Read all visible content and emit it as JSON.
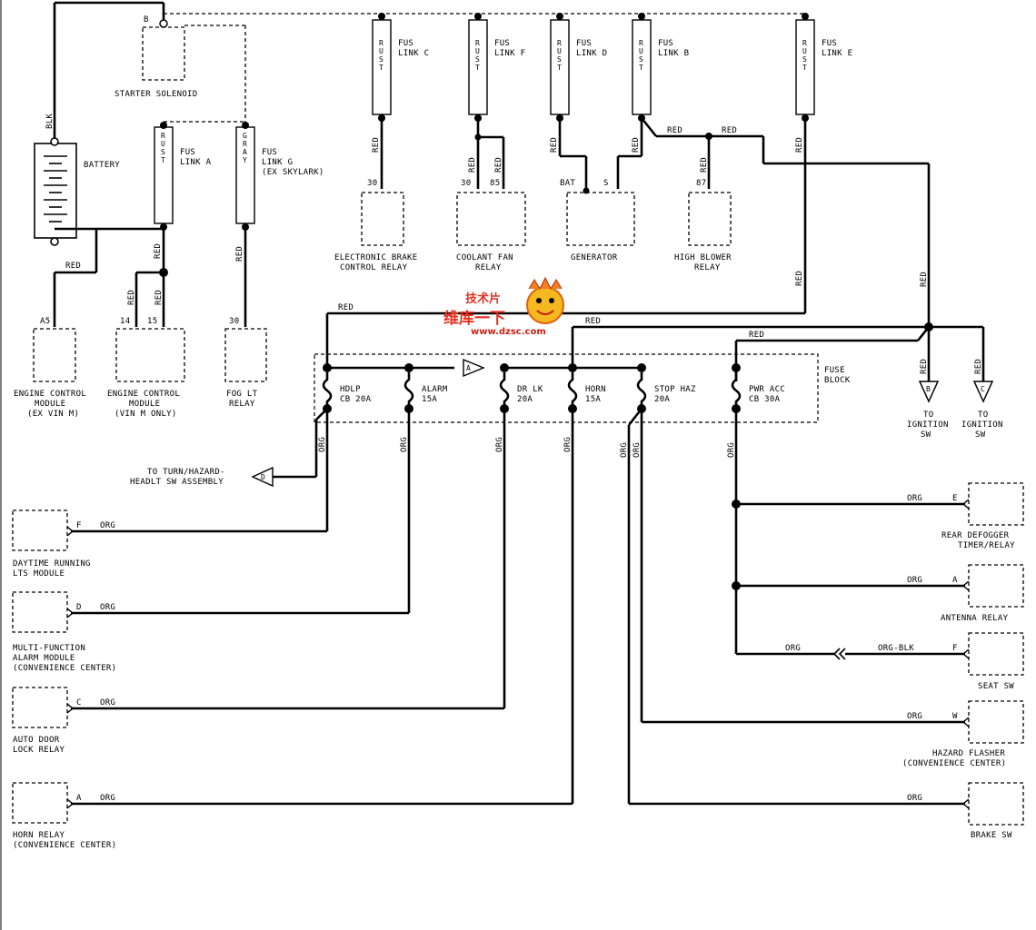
{
  "watermark": {
    "line1": "维库一下",
    "line2": "www.dzsc.com",
    "badge": "技术片"
  },
  "battery": {
    "label": "BATTERY",
    "wire": "BLK"
  },
  "starter": {
    "label": "STARTER SOLENOID",
    "pin": "B"
  },
  "fusible_links": [
    {
      "id": "A",
      "color": "RUST",
      "label": "FUS\nLINK A"
    },
    {
      "id": "G",
      "color": "GRAY",
      "label": "FUS\nLINK G\n(EX SKYLARK)"
    },
    {
      "id": "C",
      "color": "RUST",
      "label": "FUS\nLINK C"
    },
    {
      "id": "F",
      "color": "RUST",
      "label": "FUS\nLINK F"
    },
    {
      "id": "D",
      "color": "RUST",
      "label": "FUS\nLINK D"
    },
    {
      "id": "B",
      "color": "RUST",
      "label": "FUS\nLINK B"
    },
    {
      "id": "E",
      "color": "RUST",
      "label": "FUS\nLINK E"
    }
  ],
  "components_top": [
    {
      "label": "ELECTRONIC BRAKE\nCONTROL RELAY",
      "pins": [
        "30"
      ]
    },
    {
      "label": "COOLANT FAN\nRELAY",
      "pins": [
        "30",
        "85"
      ]
    },
    {
      "label": "GENERATOR",
      "pins": [
        "BAT",
        "S"
      ]
    },
    {
      "label": "HIGH BLOWER\nRELAY",
      "pins": [
        "87"
      ]
    }
  ],
  "components_left_mid": [
    {
      "label": "ENGINE CONTROL\nMODULE\n(EX VIN M)",
      "pins": [
        "A5"
      ]
    },
    {
      "label": "ENGINE CONTROL\nMODULE\n(VIN M ONLY)",
      "pins": [
        "14",
        "15"
      ]
    },
    {
      "label": "FOG LT\nRELAY",
      "pins": [
        "30"
      ]
    }
  ],
  "fuse_block": {
    "label": "FUSE\nBLOCK",
    "fuses": [
      {
        "name": "HDLP",
        "rating": "CB 20A"
      },
      {
        "name": "ALARM",
        "rating": "15A"
      },
      {
        "name": "DR LK",
        "rating": "20A"
      },
      {
        "name": "HORN",
        "rating": "15A"
      },
      {
        "name": "STOP HAZ",
        "rating": "20A"
      },
      {
        "name": "PWR ACC",
        "rating": "CB 30A"
      }
    ],
    "connector_a": "A"
  },
  "ignition": [
    {
      "label": "TO\nIGNITION\nSW",
      "pin": "B"
    },
    {
      "label": "TO\nIGNITION\nSW",
      "pin": "C"
    }
  ],
  "turn_hazard": {
    "label": "TO TURN/HAZARD-\nHEADLT SW ASSEMBLY",
    "pin": "D"
  },
  "components_left": [
    {
      "label": "DAYTIME RUNNING\nLTS MODULE",
      "pin": "F",
      "wire": "ORG"
    },
    {
      "label": "MULTI-FUNCTION\nALARM MODULE\n(CONVENIENCE CENTER)",
      "pin": "D",
      "wire": "ORG"
    },
    {
      "label": "AUTO DOOR\nLOCK RELAY",
      "pin": "C",
      "wire": "ORG"
    },
    {
      "label": "HORN RELAY\n(CONVENIENCE CENTER)",
      "pin": "A",
      "wire": "ORG"
    }
  ],
  "components_right": [
    {
      "label": "REAR DEFOGGER\nTIMER/RELAY",
      "pin": "E",
      "wire": "ORG"
    },
    {
      "label": "ANTENNA RELAY",
      "pin": "A",
      "wire": "ORG"
    },
    {
      "label": "SEAT SW",
      "pin": "F",
      "wire": "ORG-BLK",
      "wire2": "ORG"
    },
    {
      "label": "HAZARD FLASHER\n(CONVENIENCE CENTER)",
      "pin": "W",
      "wire": "ORG"
    },
    {
      "label": "BRAKE SW",
      "pin": "",
      "wire": "ORG"
    }
  ],
  "wire_colors": {
    "red": "RED",
    "org": "ORG",
    "blk": "BLK"
  }
}
